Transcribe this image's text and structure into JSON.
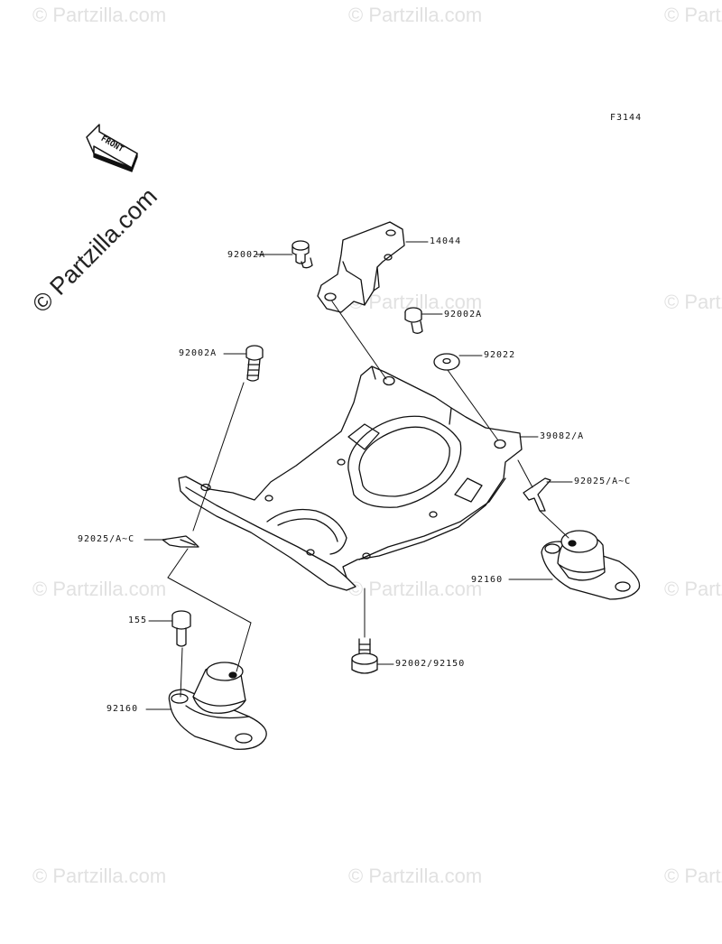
{
  "diagram": {
    "ref_code": "F3144",
    "front_label": "FRONT",
    "copyright_mark": "© Partzilla.com",
    "watermark_text": "© Partzilla.com",
    "parts": [
      {
        "id": "14044",
        "label": "14044"
      },
      {
        "id": "92002A-bracket",
        "label": "92002A"
      },
      {
        "id": "92002A-right",
        "label": "92002A"
      },
      {
        "id": "92022",
        "label": "92022"
      },
      {
        "id": "92002A-left",
        "label": "92002A"
      },
      {
        "id": "39082A",
        "label": "39082/A"
      },
      {
        "id": "92025-right",
        "label": "92025/A~C"
      },
      {
        "id": "92025-left",
        "label": "92025/A~C"
      },
      {
        "id": "92160-right",
        "label": "92160"
      },
      {
        "id": "155",
        "label": "155"
      },
      {
        "id": "92002-92150",
        "label": "92002/92150"
      },
      {
        "id": "92160-left",
        "label": "92160"
      }
    ]
  }
}
